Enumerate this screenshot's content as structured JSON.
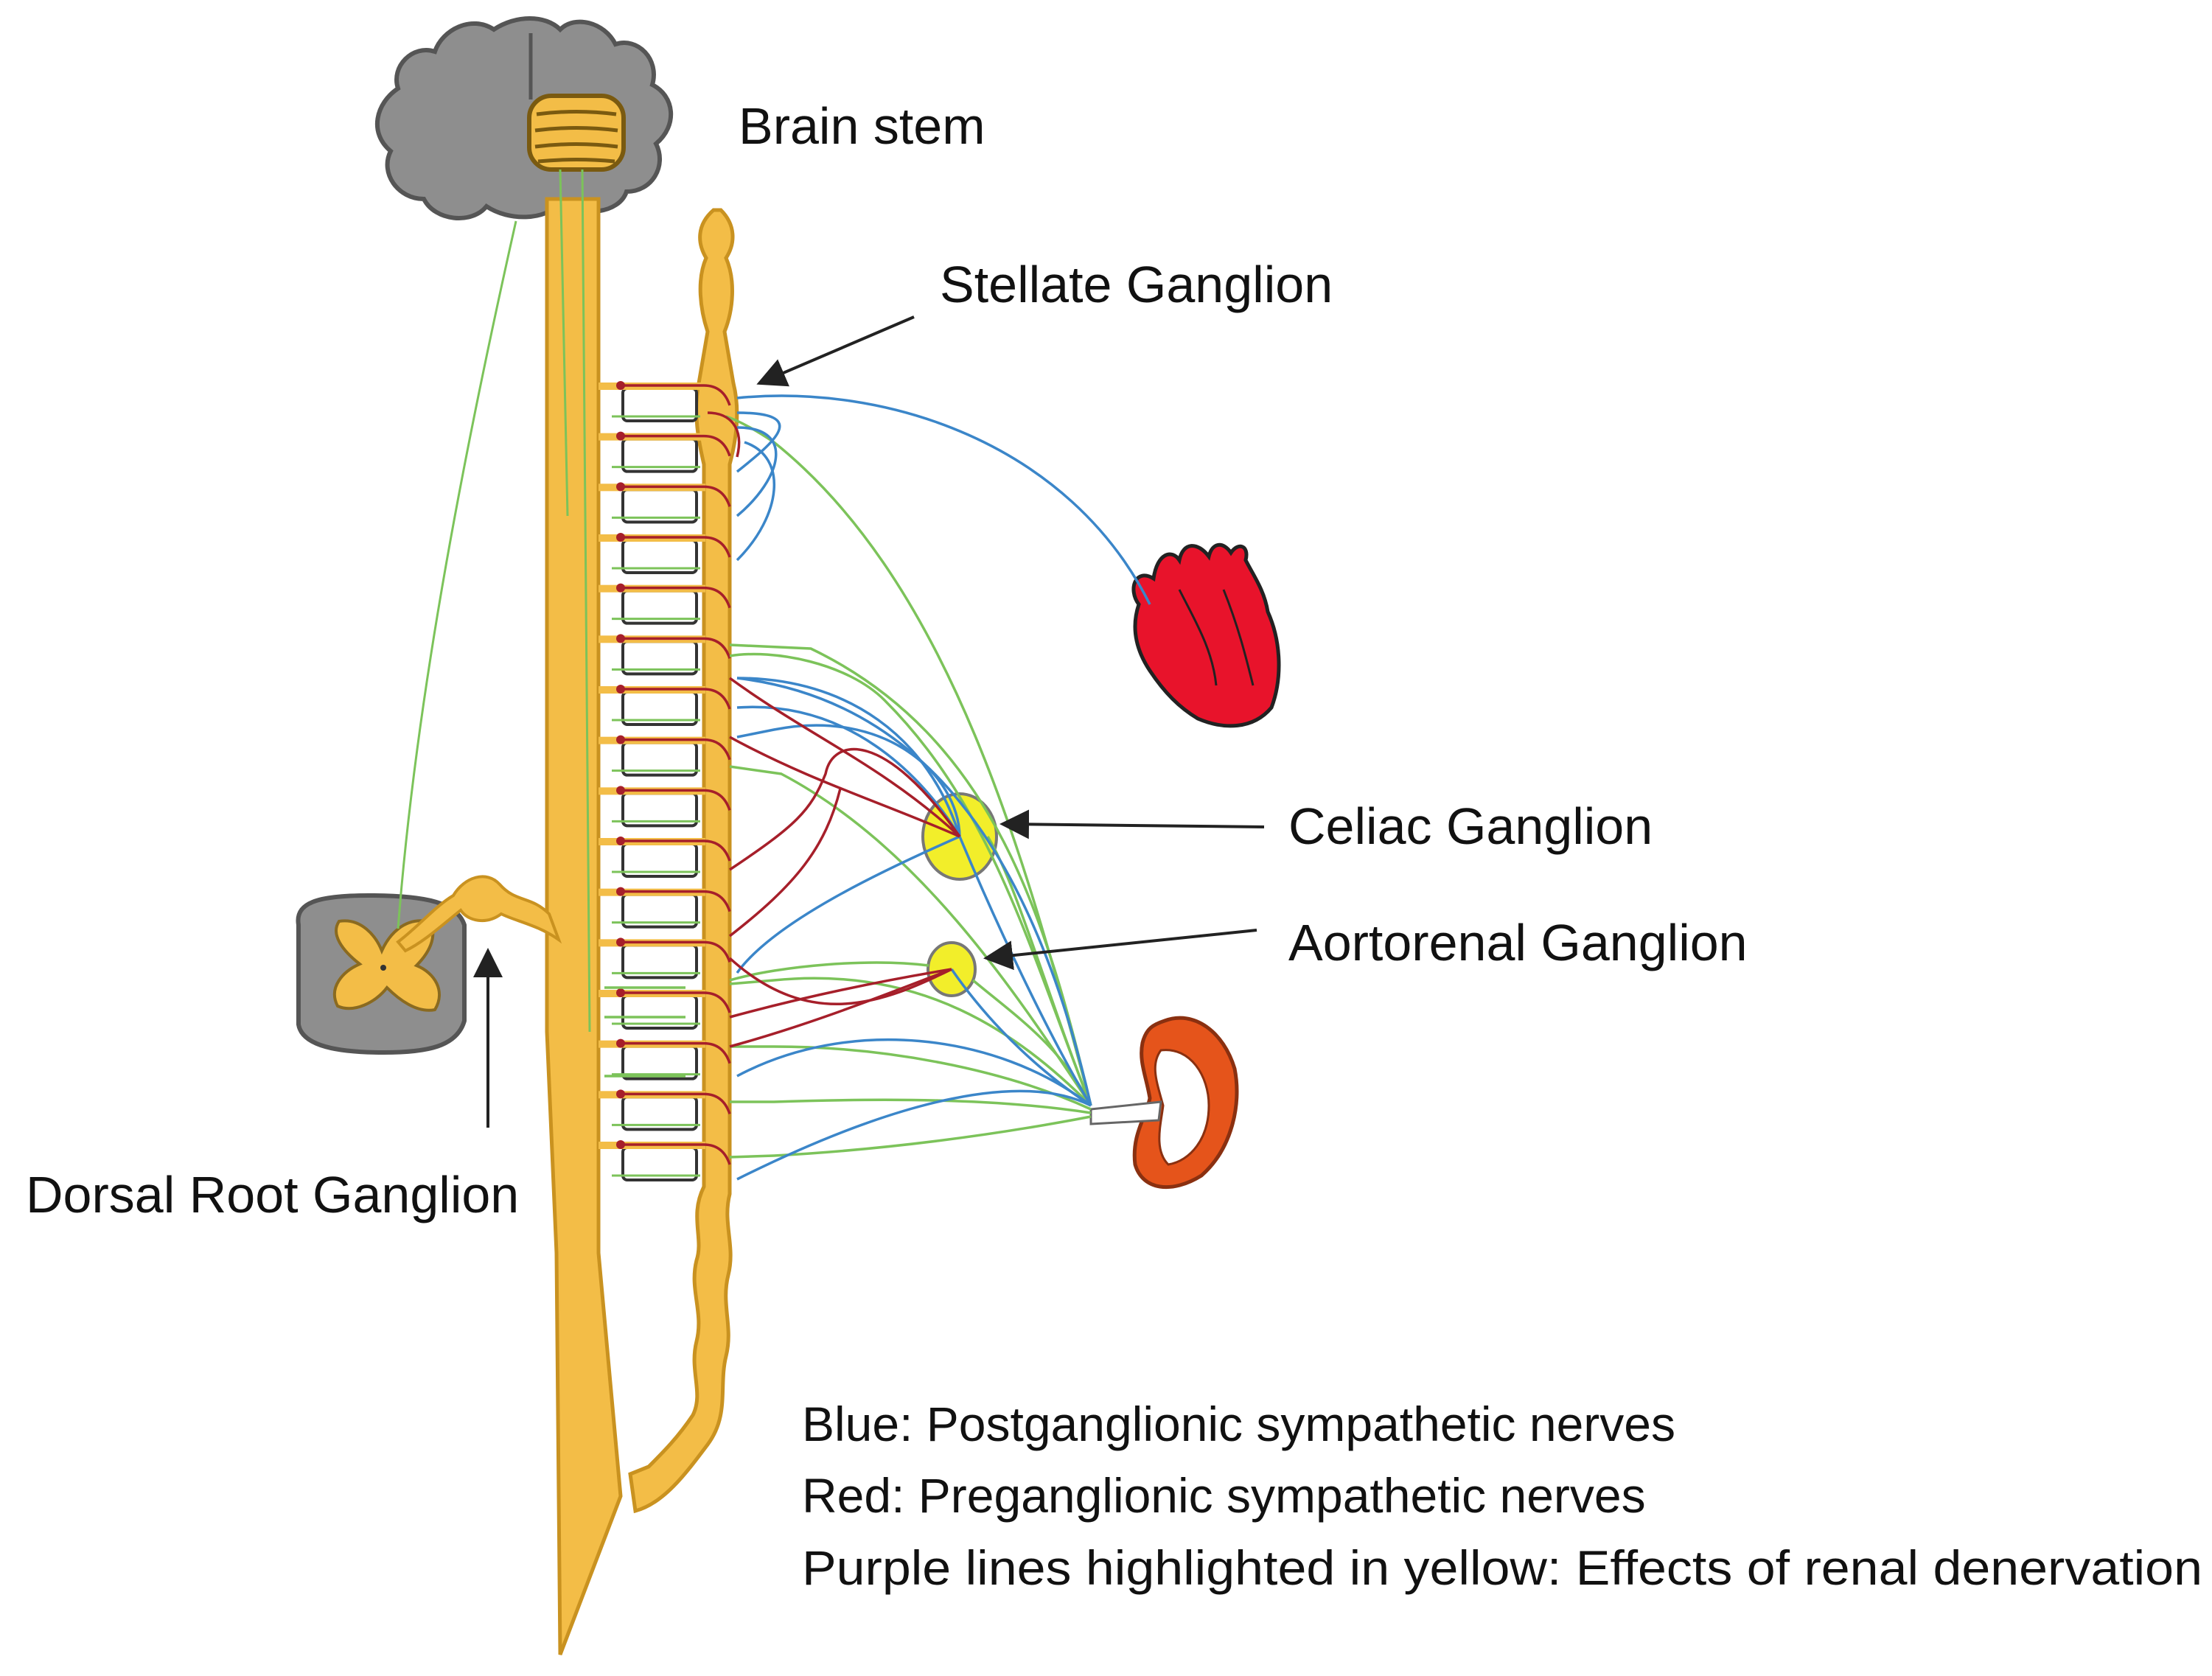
{
  "labels": {
    "brain_stem": "Brain stem",
    "stellate_ganglion": "Stellate Ganglion",
    "celiac_ganglion": "Celiac Ganglion",
    "aortorenal_ganglion": "Aortorenal Ganglion",
    "dorsal_root_ganglion": "Dorsal Root Ganglion"
  },
  "legend": [
    "Blue: Postganglionic sympathetic nerves",
    "Red: Preganglionic sympathetic nerves",
    "Purple lines highlighted in yellow: Effects of renal denervation"
  ],
  "colors": {
    "cord": "#f3bd47",
    "cord_outline": "#c99220",
    "brain": "#8e8e8e",
    "heart": "#e8132b",
    "kidney": "#e5541b",
    "ganglion": "#f2ee2a",
    "postganglionic": "#3b86c9",
    "preganglionic": "#a61f2a",
    "afferent": "#7cc35a"
  },
  "segment_count": 16
}
